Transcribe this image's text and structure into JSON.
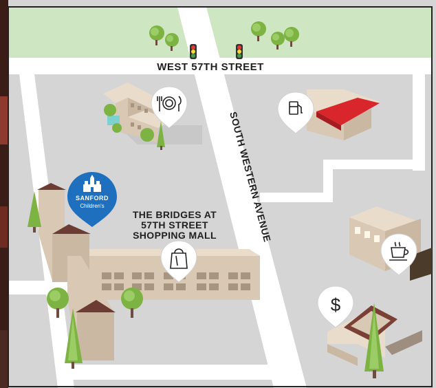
{
  "map": {
    "streets": {
      "west_57th": "WEST 57TH STREET",
      "south_western": "SOUTH WESTERN AVENUE"
    },
    "mall_label": {
      "line1": "THE BRIDGES AT",
      "line2": "57TH STREET",
      "line3": "SHOPPING MALL"
    },
    "sanford_pin": {
      "brand": "SANFORD",
      "sub": "Children's",
      "color": "#1f6fbf"
    },
    "pins": [
      {
        "name": "restaurant",
        "icon": "plate-fork-knife-icon"
      },
      {
        "name": "gas-station",
        "icon": "fuel-pump-icon"
      },
      {
        "name": "cafe",
        "icon": "coffee-cup-icon"
      },
      {
        "name": "shopping",
        "icon": "shopping-bag-icon"
      },
      {
        "name": "bank",
        "icon": "dollar-icon",
        "glyph": "$"
      }
    ],
    "colors": {
      "park": "#cfe6c2",
      "block": "#d5d5d5",
      "road": "#ffffff",
      "building_wall": "#d8c8b4",
      "building_roof": "#e9dccb",
      "roof_dark": "#6b3b34",
      "gas_roof": "#d9262c",
      "tree": "#7cb342"
    }
  }
}
